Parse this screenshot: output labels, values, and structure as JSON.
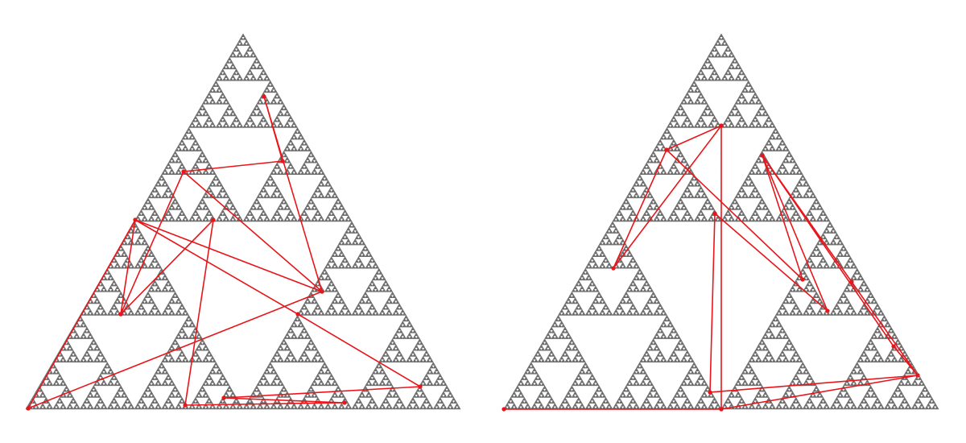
{
  "colors": {
    "background": "#ffffff",
    "fractal": "#6e6e6e",
    "path": "#e8151b"
  },
  "fractal": {
    "type": "sierpinski-triangle",
    "recursion_depth": 7
  },
  "panels": [
    {
      "name": "left",
      "path_markers": "dots",
      "path_vertex_count": 18
    },
    {
      "name": "right",
      "path_markers": "dots",
      "path_vertex_count": 18
    }
  ]
}
